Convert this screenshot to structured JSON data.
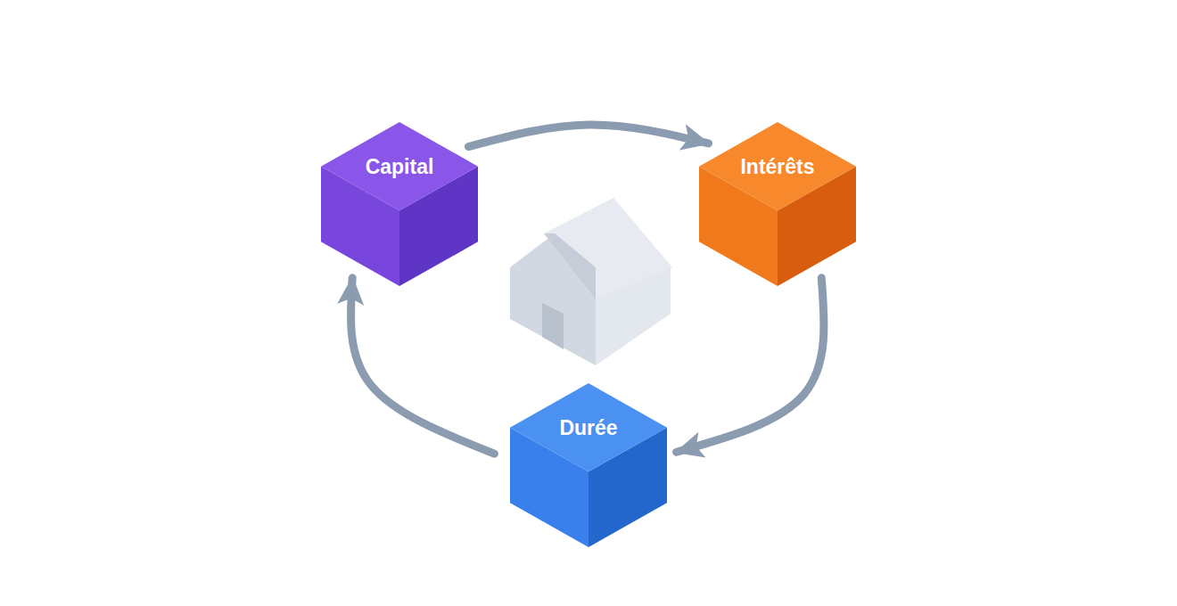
{
  "diagram": {
    "nodes": [
      {
        "text": [
          "Capital"
        ]
      },
      {
        "text": [
          "Intérêts"
        ]
      },
      {
        "text": [
          "Durée"
        ]
      }
    ],
    "edges": [
      {
        "from": 0,
        "to": 1,
        "arrow": "to"
      },
      {
        "from": 1,
        "to": 2,
        "arrow": "to"
      },
      {
        "from": 2,
        "to": 0,
        "arrow": "to"
      }
    ]
  }
}
